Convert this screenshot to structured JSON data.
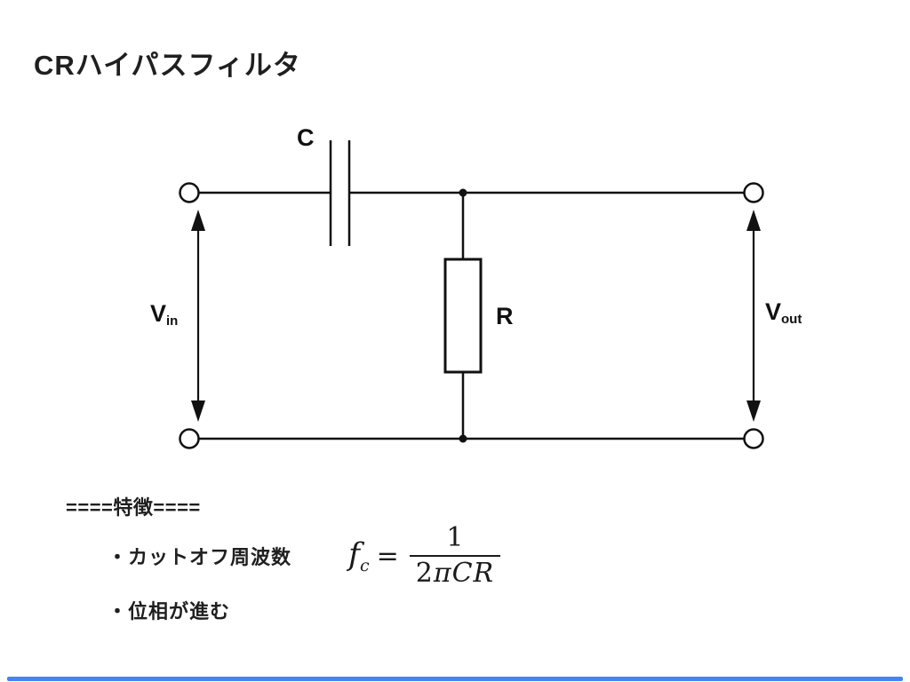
{
  "page": {
    "title": "CRハイパスフィルタ",
    "background_color": "#ffffff",
    "line_color": "#111111",
    "accent_bar_color": "#4285f4"
  },
  "circuit": {
    "type": "CR high-pass filter schematic",
    "capacitor_label": "C",
    "resistor_label": "R",
    "vin_label": {
      "base": "V",
      "sub": "in"
    },
    "vout_label": {
      "base": "V",
      "sub": "out"
    }
  },
  "features": {
    "heading": "====特徴====",
    "items": [
      "・カットオフ周波数",
      "・位相が進む"
    ],
    "formula": {
      "lhs": "f",
      "lhs_sub": "c",
      "equals": "=",
      "numerator": "1",
      "den_coeff": "2",
      "den_vars": "πCR"
    }
  }
}
